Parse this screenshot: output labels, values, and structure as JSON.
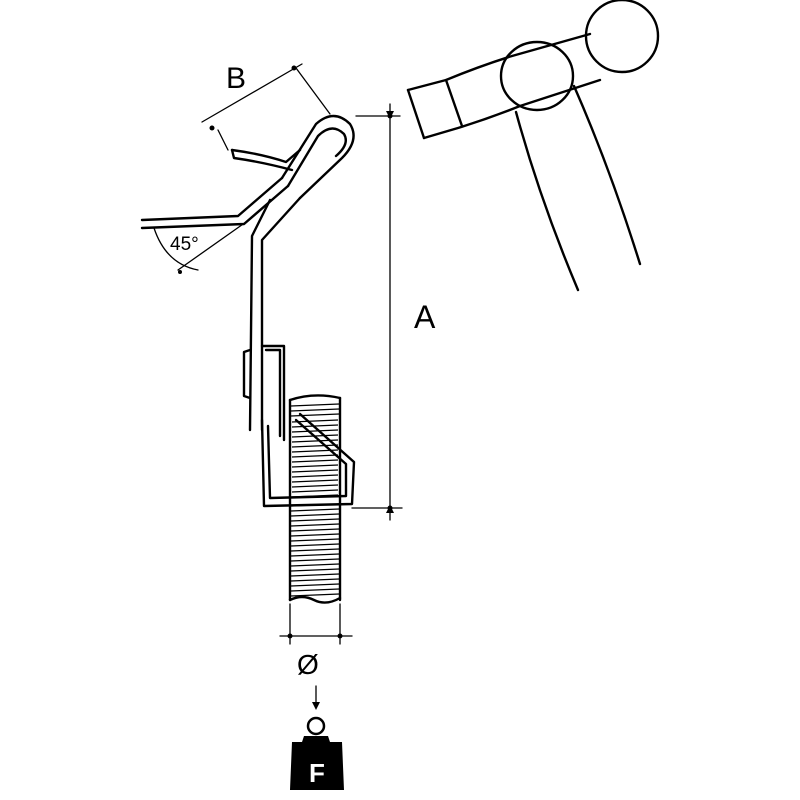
{
  "labels": {
    "dim_a": "A",
    "dim_b": "B",
    "angle": "45°",
    "diameter": "Ø",
    "force": "F"
  },
  "colors": {
    "line": "#000000",
    "background": "#ffffff"
  },
  "icons": [
    "hammer-icon",
    "weight-icon",
    "threaded-rod-icon"
  ]
}
